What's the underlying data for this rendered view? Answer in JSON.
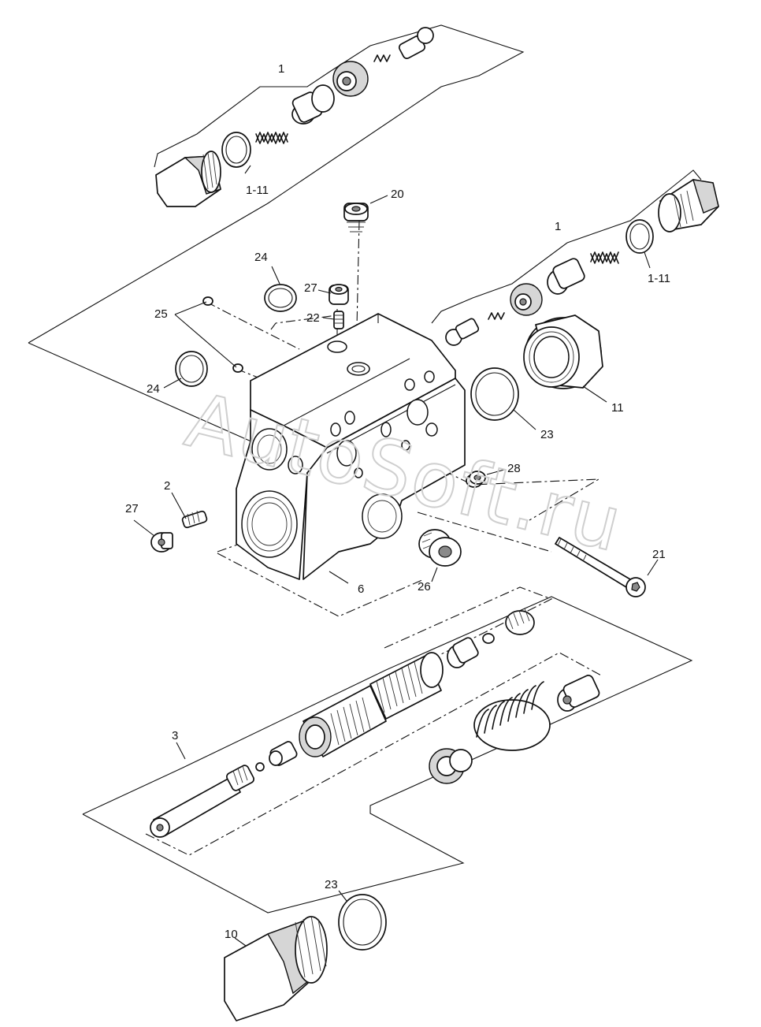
{
  "watermark": "AutoSoft.ru",
  "labels": {
    "top_assembly": "1",
    "top_oring": "1-11",
    "right_assembly": "1",
    "right_oring": "1-11",
    "plug_top": "20",
    "oring_24_top": "24",
    "plug_27_top": "27",
    "screw_22": "22",
    "oring_25": "25",
    "oring_24_left": "24",
    "body_6": "6",
    "screw_2": "2",
    "plug_27_left": "27",
    "plug_26": "26",
    "plug_28": "28",
    "bolt_21": "21",
    "nut_11": "11",
    "oring_23_right": "23",
    "spool_assembly_3": "3",
    "oring_23_bottom": "23",
    "cap_10": "10"
  }
}
